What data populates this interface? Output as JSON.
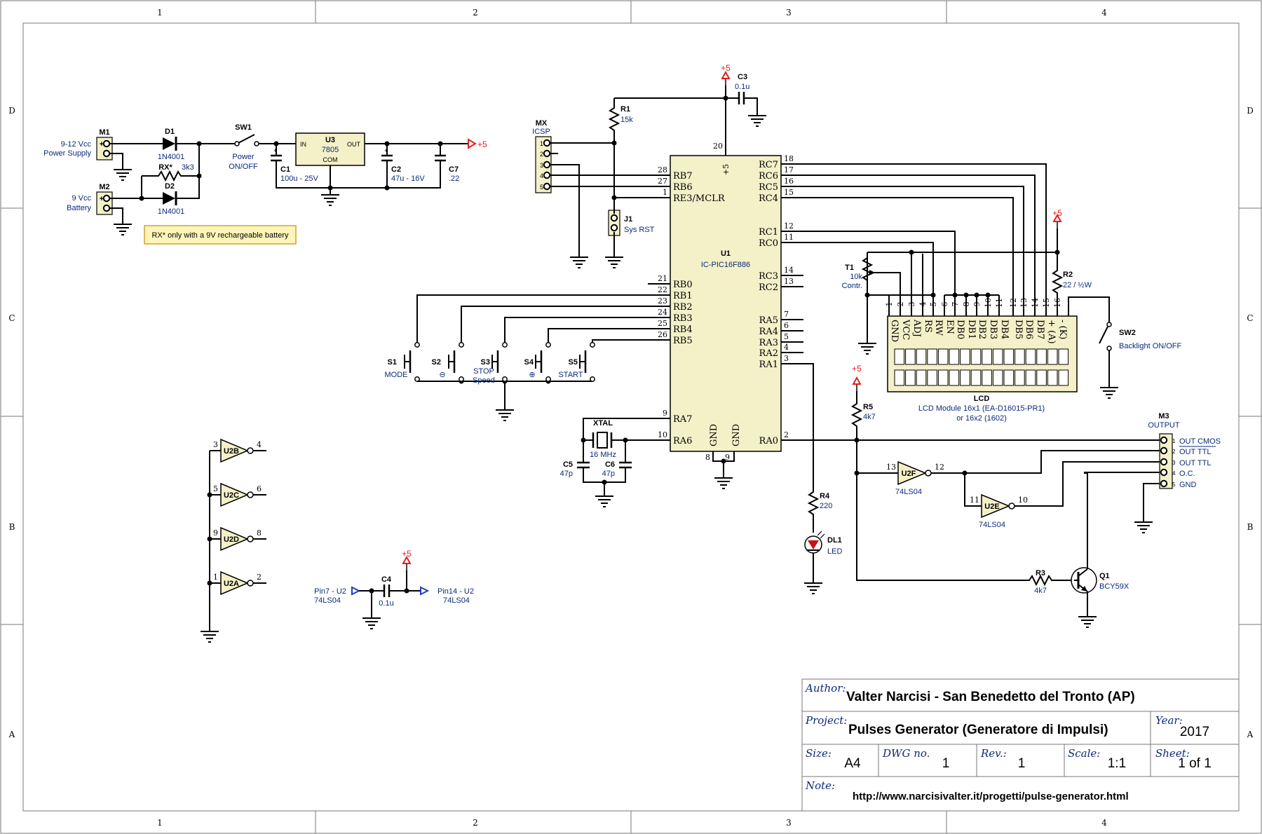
{
  "zones": {
    "top": [
      "1",
      "2",
      "3",
      "4"
    ],
    "side": [
      "D",
      "C",
      "B",
      "A"
    ]
  },
  "power": {
    "net": "+5"
  },
  "input": {
    "m1": {
      "ref": "M1",
      "desc": "9-12 Vcc",
      "desc2": "Power Supply",
      "plus": "+"
    },
    "m2": {
      "ref": "M2",
      "desc": "9 Vcc",
      "desc2": "Battery",
      "plus": "+"
    },
    "d1": {
      "ref": "D1",
      "value": "1N4001"
    },
    "d2": {
      "ref": "D2",
      "value": "1N4001"
    },
    "rx": {
      "ref": "RX*",
      "value": "3k3"
    },
    "sw1": {
      "ref": "SW1",
      "desc": "Power",
      "desc2": "ON/OFF"
    },
    "u3": {
      "ref": "U3",
      "value": "7805",
      "in": "IN",
      "out": "OUT",
      "com": "COM"
    },
    "c1": {
      "ref": "C1",
      "value": "100u - 25V"
    },
    "c2": {
      "ref": "C2",
      "value": "47u - 16V"
    },
    "c7": {
      "ref": "C7",
      "value": ".22"
    },
    "note": "RX* only with a 9V rechargeable battery"
  },
  "icsp": {
    "ref": "MX",
    "desc": "ICSP",
    "pins": [
      "1",
      "2",
      "3",
      "4",
      "5"
    ]
  },
  "r1": {
    "ref": "R1",
    "value": "15k"
  },
  "c3": {
    "ref": "C3",
    "value": "0.1u"
  },
  "j1": {
    "ref": "J1",
    "desc": "Sys RST"
  },
  "mcu": {
    "ref": "U1",
    "value": "IC-PIC16F886",
    "pin_vdd": "20",
    "vdd_name": "+5",
    "left_top": [
      {
        "n": "28",
        "name": "RB7"
      },
      {
        "n": "27",
        "name": "RB6"
      },
      {
        "n": "1",
        "name": "RE3/MCLR"
      }
    ],
    "left_mid": [
      {
        "n": "21",
        "name": "RB0"
      },
      {
        "n": "22",
        "name": "RB1"
      },
      {
        "n": "23",
        "name": "RB2"
      },
      {
        "n": "24",
        "name": "RB3"
      },
      {
        "n": "25",
        "name": "RB4"
      },
      {
        "n": "26",
        "name": "RB5"
      }
    ],
    "left_bot": [
      {
        "n": "9",
        "name": "RA7"
      },
      {
        "n": "10",
        "name": "RA6"
      }
    ],
    "right_top": [
      {
        "n": "18",
        "name": "RC7"
      },
      {
        "n": "17",
        "name": "RC6"
      },
      {
        "n": "16",
        "name": "RC5"
      },
      {
        "n": "15",
        "name": "RC4"
      }
    ],
    "right_c": [
      {
        "n": "12",
        "name": "RC1"
      },
      {
        "n": "11",
        "name": "RC0"
      }
    ],
    "right_c2": [
      {
        "n": "14",
        "name": "RC3"
      },
      {
        "n": "13",
        "name": "RC2"
      }
    ],
    "right_a": [
      {
        "n": "7",
        "name": "RA5"
      },
      {
        "n": "6",
        "name": "RA4"
      },
      {
        "n": "5",
        "name": "RA3"
      },
      {
        "n": "4",
        "name": "RA2"
      },
      {
        "n": "3",
        "name": "RA1"
      }
    ],
    "ra0": {
      "n": "2",
      "name": "RA0"
    },
    "gnd": [
      {
        "n": "8",
        "name": "GND"
      },
      {
        "n": "9",
        "name": "GND"
      }
    ]
  },
  "buttons": [
    {
      "ref": "S1",
      "label": "MODE"
    },
    {
      "ref": "S2",
      "label": "⊖"
    },
    {
      "ref": "S3",
      "label": "STOP",
      "label2": "Speed"
    },
    {
      "ref": "S4",
      "label": "⊕"
    },
    {
      "ref": "S5",
      "label": "START"
    }
  ],
  "xtal": {
    "ref": "XTAL",
    "value": "16 MHz"
  },
  "c5": {
    "ref": "C5",
    "value": "47p"
  },
  "c6": {
    "ref": "C6",
    "value": "47p"
  },
  "lcd": {
    "ref": "LCD",
    "desc": "LCD Module 16x1 (EA-D16015-PR1)",
    "desc2": "or 16x2 (1602)",
    "pins": [
      {
        "n": "1",
        "name": "GND"
      },
      {
        "n": "2",
        "name": "VCC"
      },
      {
        "n": "3",
        "name": "ADJ"
      },
      {
        "n": "4",
        "name": "RS"
      },
      {
        "n": "5",
        "name": "RW"
      },
      {
        "n": "6",
        "name": "EN"
      },
      {
        "n": "7",
        "name": "DB0"
      },
      {
        "n": "8",
        "name": "DB1"
      },
      {
        "n": "9",
        "name": "DB2"
      },
      {
        "n": "10",
        "name": "DB3"
      },
      {
        "n": "11",
        "name": "DB4"
      },
      {
        "n": "12",
        "name": "DB5"
      },
      {
        "n": "13",
        "name": "DB6"
      },
      {
        "n": "14",
        "name": "DB7"
      },
      {
        "n": "15",
        "name": "+ (A)"
      },
      {
        "n": "16",
        "name": "- (K)"
      }
    ]
  },
  "t1": {
    "ref": "T1",
    "value": "10k",
    "desc": "Contr."
  },
  "r2": {
    "ref": "R2",
    "value": "22 / ½W"
  },
  "sw2": {
    "ref": "SW2",
    "desc": "Backlight ON/OFF"
  },
  "r5": {
    "ref": "R5",
    "value": "4k7"
  },
  "r4": {
    "ref": "R4",
    "value": "220"
  },
  "dl1": {
    "ref": "DL1",
    "desc": "LED"
  },
  "r3": {
    "ref": "R3",
    "value": "4k7"
  },
  "q1": {
    "ref": "Q1",
    "value": "BCY59X"
  },
  "u2f": {
    "ref": "U2F",
    "value": "74LS04",
    "in": "13",
    "out": "12"
  },
  "u2e": {
    "ref": "U2E",
    "value": "74LS04",
    "in": "11",
    "out": "10"
  },
  "spare_gates": [
    {
      "ref": "U2B",
      "in": "3",
      "out": "4"
    },
    {
      "ref": "U2C",
      "in": "5",
      "out": "6"
    },
    {
      "ref": "U2D",
      "in": "9",
      "out": "8"
    },
    {
      "ref": "U2A",
      "in": "1",
      "out": "2"
    }
  ],
  "c4": {
    "ref": "C4",
    "value": "0.1u",
    "left": "Pin7 - U2",
    "left2": "74LS04",
    "right": "Pin14 - U2",
    "right2": "74LS04"
  },
  "m3": {
    "ref": "M3",
    "desc": "OUTPUT",
    "pins": [
      {
        "n": "1",
        "name": "OUT CMOS"
      },
      {
        "n": "2",
        "name": "OUT TTL"
      },
      {
        "n": "3",
        "name": "OUT TTL"
      },
      {
        "n": "4",
        "name": "O.C."
      },
      {
        "n": "5",
        "name": "GND"
      }
    ]
  },
  "title_block": {
    "author_k": "Author:",
    "author": "Valter Narcisi - San Benedetto del Tronto (AP)",
    "project_k": "Project:",
    "project": "Pulses Generator (Generatore di Impulsi)",
    "year_k": "Year:",
    "year": "2017",
    "size_k": "Size:",
    "size": "A4",
    "dwg_k": "DWG no.",
    "dwg": "1",
    "rev_k": "Rev.:",
    "rev": "1",
    "scale_k": "Scale:",
    "scale": "1:1",
    "sheet_k": "Sheet:",
    "sheet": "1 of 1",
    "note_k": "Note:",
    "note": "http://www.narcisivalter.it/progetti/pulse-generator.html"
  }
}
